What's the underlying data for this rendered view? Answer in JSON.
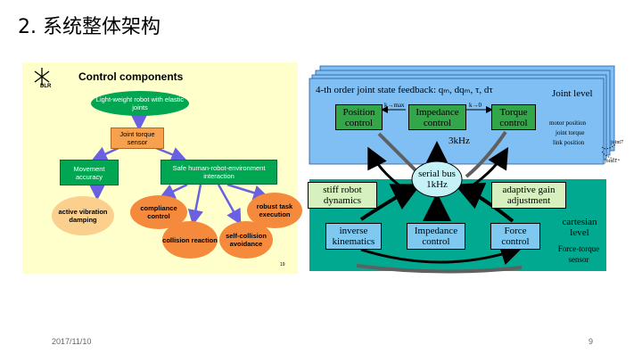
{
  "slide": {
    "title": "2. 系统整体架构",
    "date": "2017/11/10",
    "page": "9"
  },
  "left_diagram": {
    "logo": "DLR",
    "title": "Control components",
    "robot": "Light-weight robot with elastic joints",
    "sensor": "Joint torque sensor",
    "movement": "Movement accuracy",
    "safe": "Safe human-robot-environment interaction",
    "vibration": "active vibration damping",
    "compliance": "compliance control",
    "robust": "robust task execution",
    "collision": "collision reaction",
    "self_collision": "self-collision avoidance",
    "corner_mark": "19"
  },
  "right_diagram": {
    "feedback": "4-th order joint state feedback: qₘ, dqₘ, τ, dτ",
    "joint_level": "Joint level",
    "position_control": "Position control",
    "impedance_top": "Impedance control",
    "torque_control": "Torque control",
    "k_max": "k→max",
    "k_zero": "k→0",
    "rate_3k": "3kHz",
    "motor_position": "motor position",
    "joint_torque": "joint torque",
    "link_position": "link position",
    "joint7": "joint7",
    "joint1": "joint1",
    "serial_bus": "serial bus 1kHz",
    "stiff": "stiff robot dynamics",
    "adaptive": "adaptive gain adjustment",
    "cartesian": "cartesian level",
    "force_torque": "Force-torque sensor",
    "inverse": "inverse kinematics",
    "impedance_bottom": "Impedance control",
    "force_control": "Force control"
  },
  "colors": {
    "left_bg": "#ffffcc",
    "green_box": "#00a651",
    "green_oval": "#00a651",
    "orange_oval": "#f68a3c",
    "light_orange": "#fbd08f",
    "sensor_orange": "#f7a14e",
    "arrow_blue": "#6a60e0",
    "right_blue": "#7fbff3",
    "right_teal": "#00a98f",
    "right_green": "#33a64a",
    "right_light_green": "#d6f0c0",
    "right_cyan": "#c6f1f6"
  }
}
